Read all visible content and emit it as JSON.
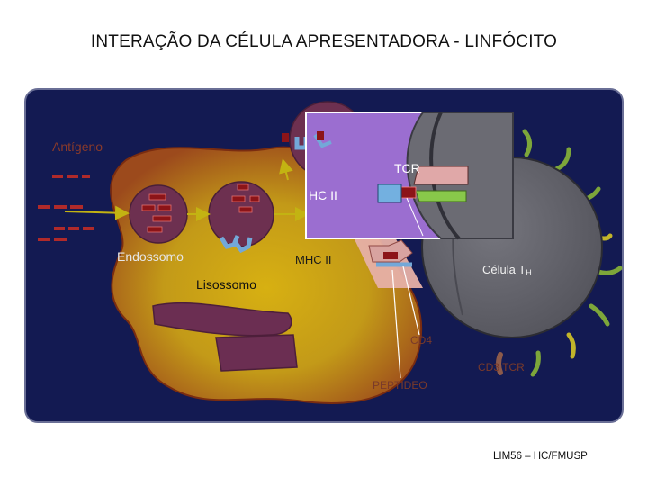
{
  "title": "INTERAÇÃO DA CÉLULA APRESENTADORA - LINFÓCITO",
  "labels": {
    "antigeno": "Antígeno",
    "tcr": "TCR",
    "hc2": "HC II",
    "endossomo": "Endossomo",
    "mhc2": "MHC II",
    "lisossomo": "Lisossomo",
    "celula_th": "Célula T",
    "celula_th_sub": "H",
    "cd4": "CD4",
    "peptideo": "PEPTIDEO",
    "cd3_tcr": "CD3 TCR"
  },
  "footer": "LIM56 – HC/FMUSP",
  "colors": {
    "panel": "#131a52",
    "apc_outer": "#a2461e",
    "apc_inner": "#caa016",
    "vesicle": "#6d3050",
    "tcell": "#6b6b73",
    "inset_bg": "#9b6ed0",
    "antigen": "#8c1418",
    "arrow": "#c3b312"
  }
}
